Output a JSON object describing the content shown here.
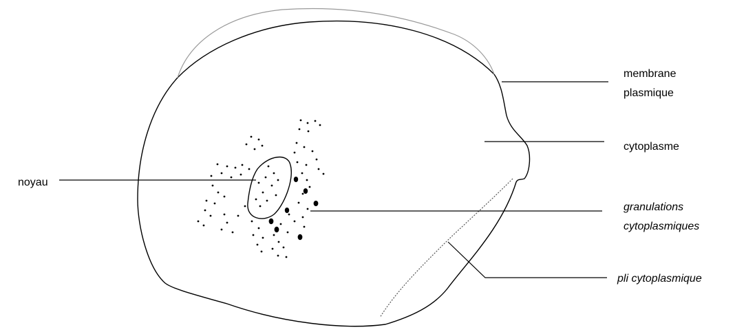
{
  "labels": {
    "membrane_line1": "membrane",
    "membrane_line2": "plasmique",
    "cytoplasme": "cytoplasme",
    "noyau": "noyau",
    "granulations_line1": "granulations",
    "granulations_line2": "cytoplasmiques",
    "pli": "pli cytoplasmique"
  },
  "colors": {
    "stroke": "#000000",
    "fold_highlight": "#999999",
    "background": "#ffffff"
  }
}
